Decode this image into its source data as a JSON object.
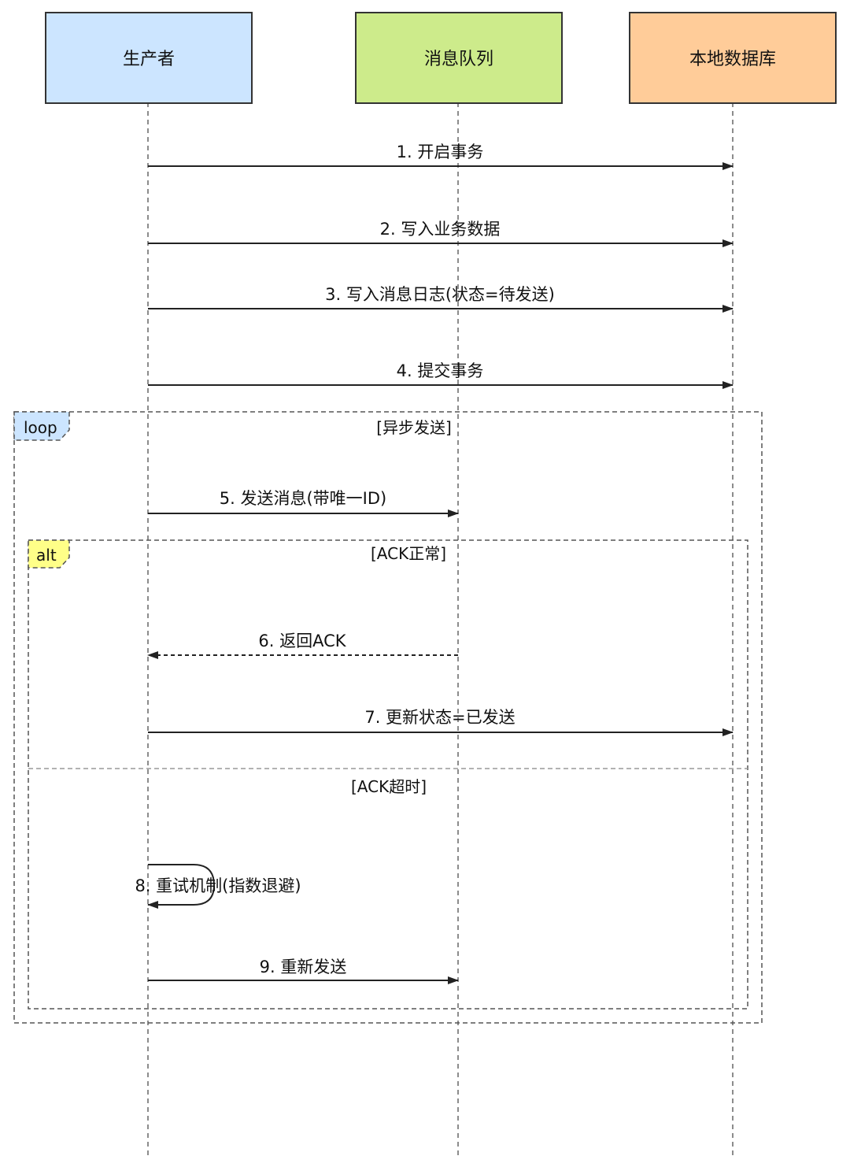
{
  "participants": [
    {
      "id": "producer",
      "label": "生产者",
      "fill": "#cce5ff"
    },
    {
      "id": "mq",
      "label": "消息队列",
      "fill": "#cdeb8b"
    },
    {
      "id": "db",
      "label": "本地数据库",
      "fill": "#ffcc99"
    }
  ],
  "messages": [
    {
      "label": "1. 开启事务",
      "from": "producer",
      "to": "db",
      "style": "solid"
    },
    {
      "label": "2. 写入业务数据",
      "from": "producer",
      "to": "db",
      "style": "solid"
    },
    {
      "label": "3. 写入消息日志(状态=待发送)",
      "from": "producer",
      "to": "db",
      "style": "solid"
    },
    {
      "label": "4. 提交事务",
      "from": "producer",
      "to": "db",
      "style": "solid"
    },
    {
      "label": "5. 发送消息(带唯一ID)",
      "from": "producer",
      "to": "mq",
      "style": "solid"
    },
    {
      "label": "6. 返回ACK",
      "from": "mq",
      "to": "producer",
      "style": "dashed"
    },
    {
      "label": "7. 更新状态=已发送",
      "from": "producer",
      "to": "db",
      "style": "solid"
    },
    {
      "label": "8. 重试机制(指数退避)",
      "from": "producer",
      "to": "producer",
      "style": "self"
    },
    {
      "label": "9. 重新发送",
      "from": "producer",
      "to": "mq",
      "style": "solid"
    }
  ],
  "fragments": {
    "loop": {
      "tag": "loop",
      "tag_fill": "#cce5ff",
      "condition": "[异步发送]"
    },
    "alt": {
      "tag": "alt",
      "tag_fill": "#ffff88",
      "condition_1": "[ACK正常]",
      "condition_2": "[ACK超时]"
    }
  },
  "colors": {
    "line": "#222222",
    "lifeline": "#666666",
    "frame": "#555555",
    "border": "#333333"
  }
}
